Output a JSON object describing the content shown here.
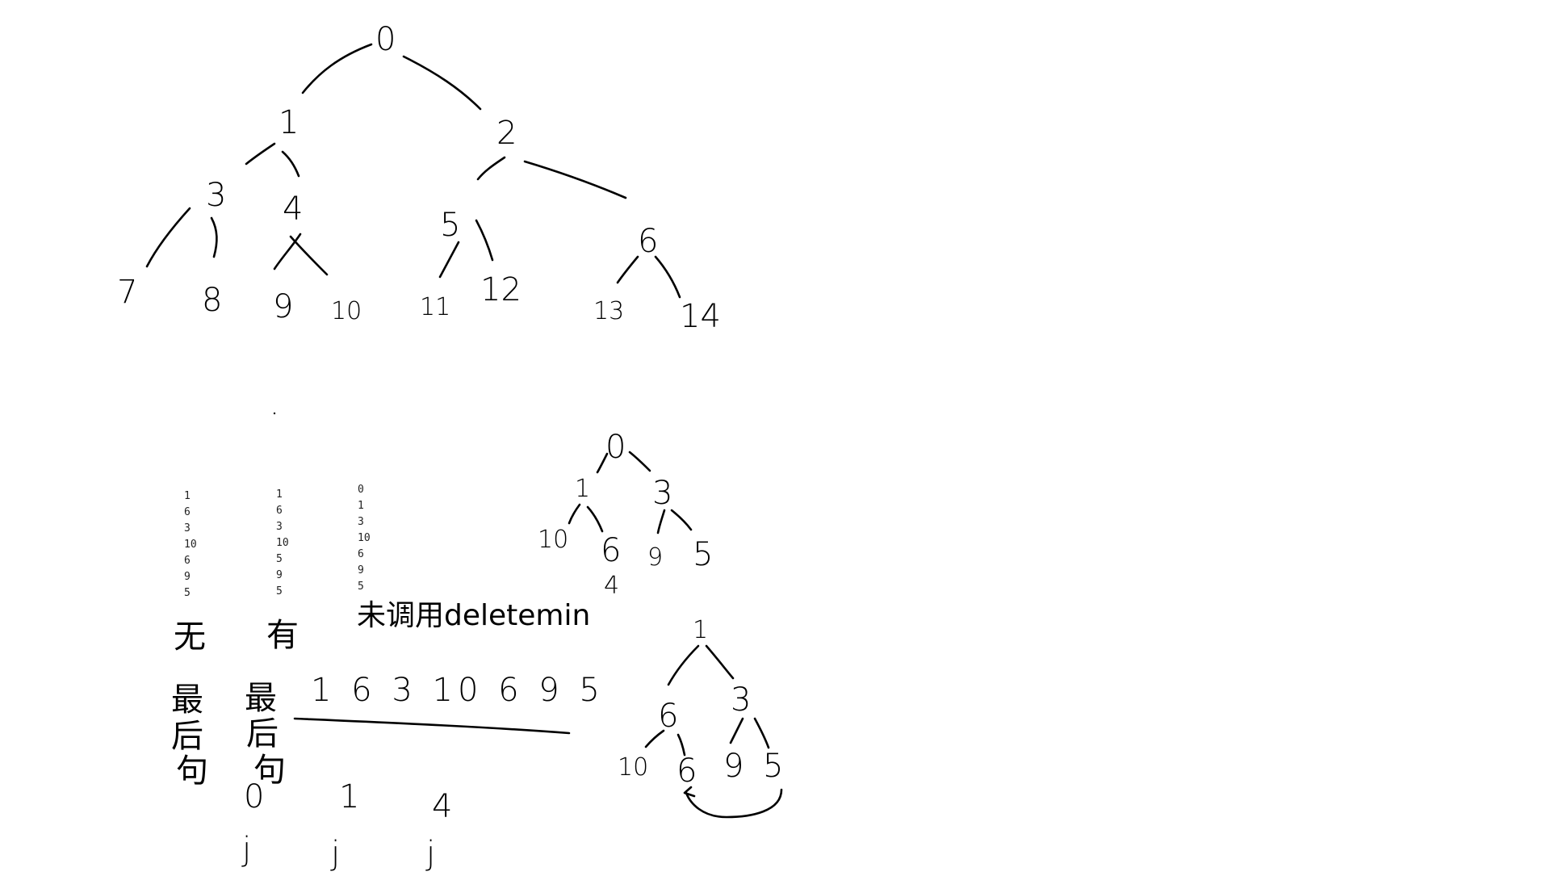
{
  "canvas": {
    "background": "#ffffff",
    "ink_color": "#000000"
  },
  "tree_top": {
    "nodes": {
      "n0": "0",
      "n1": "1",
      "n2": "2",
      "n3": "3",
      "n4": "4",
      "n5": "5",
      "n6": "6",
      "n7": "7",
      "n8": "8",
      "n9": "9",
      "n10": "10",
      "n11": "11",
      "n12": "12",
      "n13": "13",
      "n14": "14"
    }
  },
  "tree_mid": {
    "nodes": {
      "a0": "0",
      "a1": "1",
      "a3": "3",
      "a10": "10",
      "a6": "6",
      "a9": "9",
      "a5": "5"
    },
    "extra_label": "4"
  },
  "tree_bottom": {
    "nodes": {
      "b1": "1",
      "b6": "6",
      "b3": "3",
      "b10": "10",
      "b6b": "6",
      "b9": "9",
      "b5": "5"
    }
  },
  "printed_columns": {
    "col_a": [
      "1",
      "6",
      "3",
      "10",
      "6",
      "9",
      "5"
    ],
    "col_b": [
      "1",
      "6",
      "3",
      "10",
      "5",
      "9",
      "5"
    ],
    "col_c": [
      "0",
      "1",
      "3",
      "10",
      "6",
      "9",
      "5"
    ]
  },
  "handwritten_notes": {
    "label_without": [
      "无",
      "最",
      "后",
      "句"
    ],
    "label_with": [
      "有",
      "最",
      "后",
      "句"
    ],
    "deletemin_note": "未调用deletemin",
    "sequence": "1 6 3 10 6 9 5",
    "index_values": [
      "0",
      "1",
      "4"
    ],
    "index_letter": "j"
  }
}
